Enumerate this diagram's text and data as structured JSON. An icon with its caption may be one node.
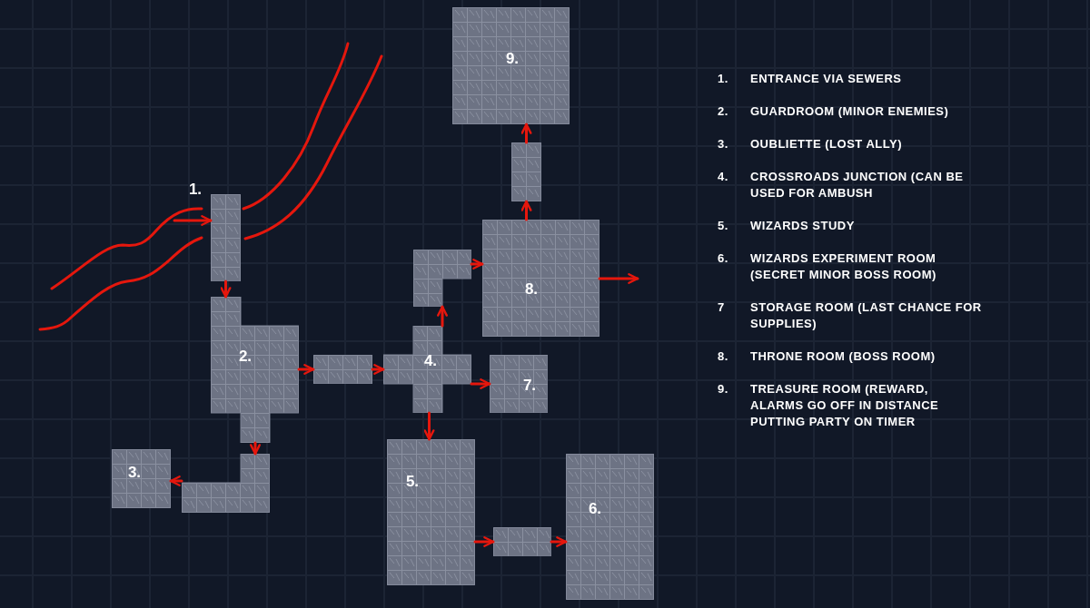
{
  "diagram": {
    "nodes": [
      {
        "text": [
          "1."
        ]
      },
      {
        "text": [
          "2."
        ]
      },
      {
        "text": [],
        "shape": "box"
      },
      {
        "text": [
          "3."
        ]
      },
      {
        "text": [],
        "shape": "box"
      },
      {
        "text": [
          "4."
        ]
      },
      {
        "text": [],
        "shape": "box"
      },
      {
        "text": [
          "8."
        ]
      },
      {
        "text": [],
        "shape": "box"
      },
      {
        "text": [
          "9."
        ]
      },
      {
        "text": [
          "7."
        ]
      },
      {
        "text": [
          "5."
        ]
      },
      {
        "text": [],
        "shape": "box"
      },
      {
        "text": [
          "6."
        ]
      }
    ],
    "edges": [
      {
        "from": null,
        "to": 0,
        "arrow": "to"
      },
      {
        "from": 0,
        "to": 1,
        "arrow": "to"
      },
      {
        "from": 1,
        "to": 2,
        "arrow": "to"
      },
      {
        "from": 2,
        "to": 3,
        "arrow": "to"
      },
      {
        "from": 1,
        "to": 4,
        "arrow": "to"
      },
      {
        "from": 4,
        "to": 5,
        "arrow": "to"
      },
      {
        "from": 5,
        "to": 6,
        "arrow": "to"
      },
      {
        "from": 6,
        "to": 7,
        "arrow": "to"
      },
      {
        "from": 7,
        "to": 8,
        "arrow": "to"
      },
      {
        "from": 8,
        "to": 9,
        "arrow": "to"
      },
      {
        "from": 7,
        "to": null,
        "arrow": "to"
      },
      {
        "from": 5,
        "to": 10,
        "arrow": "to"
      },
      {
        "from": 5,
        "to": 11,
        "arrow": "to"
      },
      {
        "from": 11,
        "to": 12,
        "arrow": "to"
      },
      {
        "from": 12,
        "to": 13,
        "arrow": "to"
      }
    ],
    "labels": [
      "1.",
      "ENTRANCE VIA SEWERS",
      "2.",
      "GUARDROOM (MINOR ENEMIES)",
      "3.",
      "OUBLIETTE (LOST ALLY)",
      "4.",
      "CROSSROADS JUNCTION (CAN BE USED FOR AMBUSH",
      "5.",
      "WIZARDS STUDY",
      "6.",
      "WIZARDS EXPERIMENT ROOM (SECRET MINOR BOSS ROOM)",
      "7",
      "STORAGE ROOM (LAST CHANCE FOR SUPPLIES)",
      "8.",
      "THRONE ROOM (BOSS ROOM)",
      "9.",
      "TREASURE ROOM (REWARD, ALARMS GO OFF IN DISTANCE PUTTING PARTY ON TIMER"
    ]
  }
}
